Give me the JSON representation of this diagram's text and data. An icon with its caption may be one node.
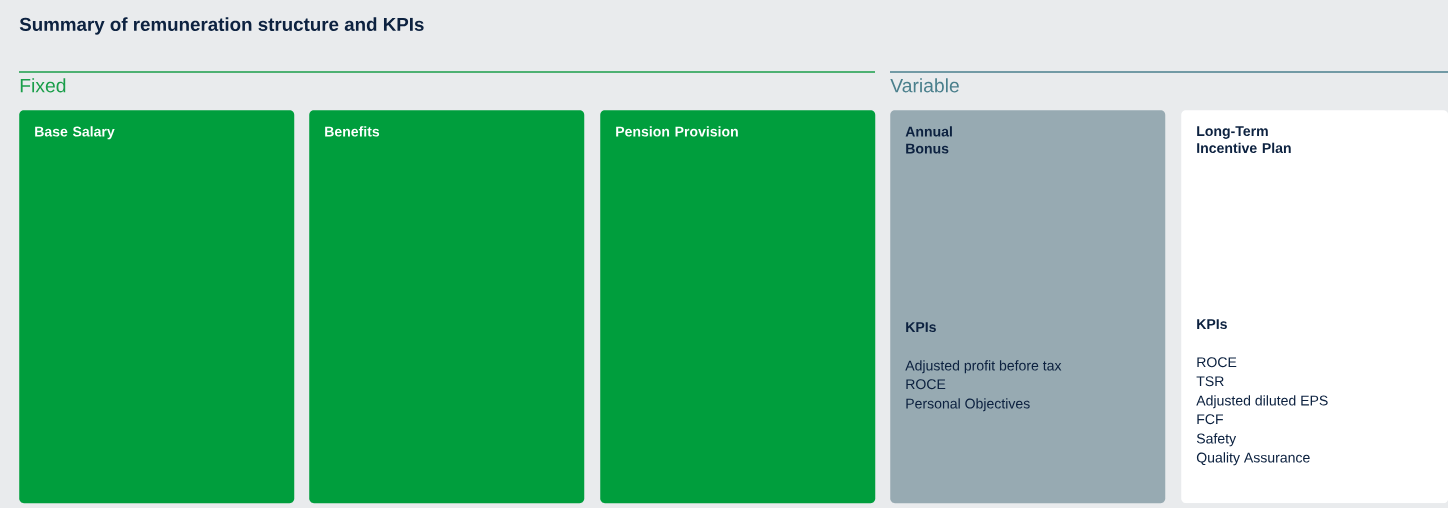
{
  "diagram": {
    "title": "Summary of remuneration structure and KPIs",
    "nodes": [
      {
        "text": [
          "Base Salary"
        ]
      },
      {
        "text": [
          "Benefits"
        ]
      },
      {
        "text": [
          "Pension Provision"
        ]
      },
      {
        "text": [
          "Annual Bonus",
          "KPIs",
          "Adjusted profit before tax",
          "ROCE",
          "Personal Objectives"
        ]
      },
      {
        "text": [
          "Long-Term Incentive Plan",
          "KPIs",
          "ROCE",
          "TSR",
          "Adjusted diluted EPS",
          "FCF",
          "Safety",
          "Quality Assurance"
        ]
      }
    ],
    "labels": [
      "Fixed",
      "Variable"
    ]
  }
}
